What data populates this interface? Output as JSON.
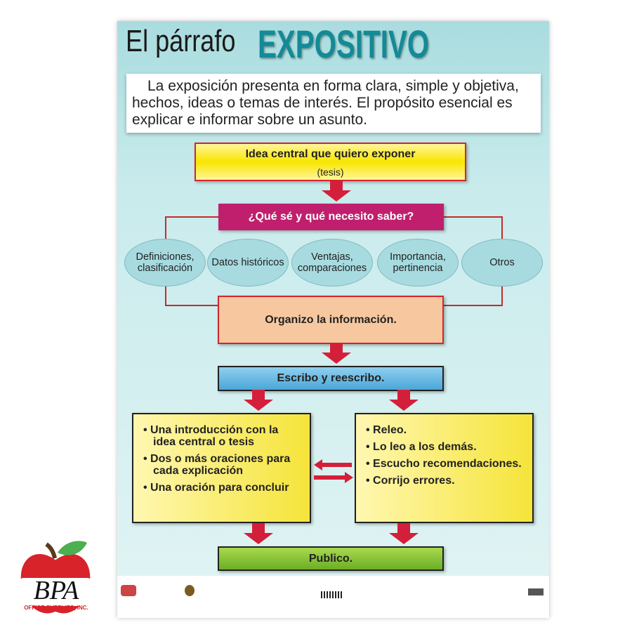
{
  "title": {
    "part1": "El párrafo",
    "part2": "EXPOSITIVO"
  },
  "intro": "La exposición presenta en forma clara, simple y objetiva, hechos, ideas o temas de interés.  El propósito esencial es explicar e informar sobre un asunto.",
  "step1": {
    "title": "Idea central que quiero exponer",
    "sub": "(tesis)"
  },
  "step2": "¿Qué sé y qué necesito saber?",
  "ovals": [
    "Definiciones, clasificación",
    "Datos históricos",
    "Ventajas, comparaciones",
    "Importancia, pertinencia",
    "Otros"
  ],
  "step3": "Organizo la información.",
  "step4": "Escribo y reescribo.",
  "left_list": [
    "• Una introducción con la idea central o tesis",
    "• Dos o más oraciones para cada explicación",
    "• Una oración para concluir"
  ],
  "right_list": [
    "• Releo.",
    "• Lo leo a los demás.",
    "• Escucho recomendaciones.",
    "• Corrijo errores."
  ],
  "step5": "Publico.",
  "logo": {
    "text": "BPA",
    "sub": "OFFICE SUPPLIES, INC."
  },
  "colors": {
    "accent": "#138a96",
    "arrow": "#d41f3a",
    "magenta": "#c01f6e"
  }
}
